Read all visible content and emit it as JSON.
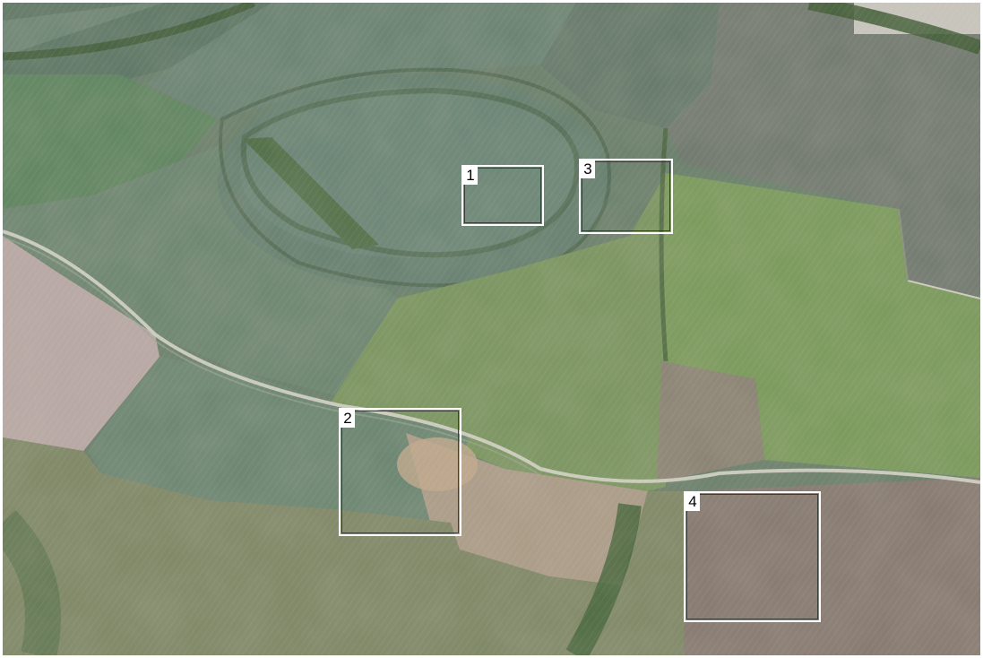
{
  "markers": [
    {
      "label": "1"
    },
    {
      "label": "2"
    },
    {
      "label": "3"
    },
    {
      "label": "4"
    }
  ],
  "palette": {
    "field_blue_green": "#5f7a6c",
    "field_green": "#6f8a5a",
    "field_olive": "#7d8a5c",
    "field_brown": "#8a7f6f",
    "field_pink": "#b9a9a6",
    "field_tan": "#b9a084",
    "hedge_dark": "#3f5a34",
    "track": "#d8d6cc"
  }
}
